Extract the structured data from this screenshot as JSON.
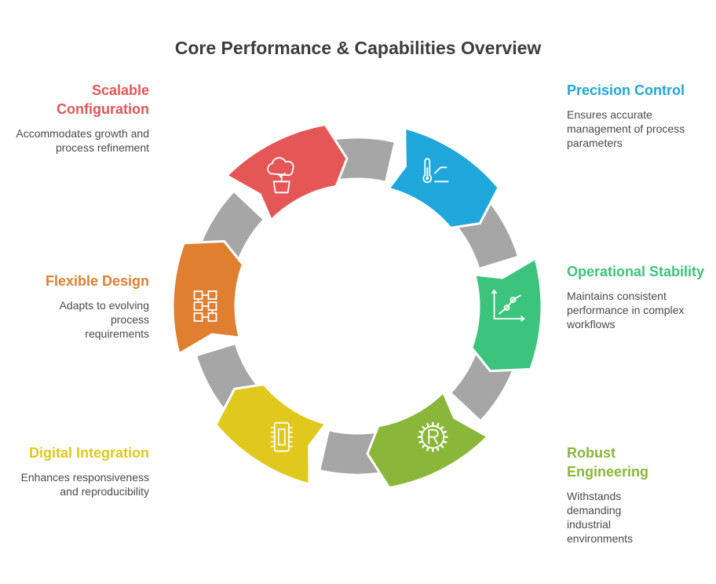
{
  "title": "Core Performance & Capabilities Overview",
  "colors": {
    "connector": "#a6a6a6",
    "text": "#4a4a4a",
    "title": "#3d3d3d"
  },
  "segments": [
    {
      "id": "precision-control",
      "title": "Precision Control",
      "description": "Ensures accurate management of process parameters",
      "color": "#1fa7db",
      "icon": "thermometer-icon"
    },
    {
      "id": "operational-stability",
      "title": "Operational Stability",
      "description": "Maintains consistent performance in complex workflows",
      "color": "#3cc47c",
      "icon": "line-chart-icon"
    },
    {
      "id": "robust-engineering",
      "title": "Robust Engineering",
      "description": "Withstands demanding industrial environments",
      "color": "#8ab73a",
      "icon": "registered-gear-icon"
    },
    {
      "id": "digital-integration",
      "title": "Digital Integration",
      "description": "Enhances responsiveness and reproducibility",
      "color": "#e0c81c",
      "icon": "microchip-icon"
    },
    {
      "id": "flexible-design",
      "title": "Flexible Design",
      "description": "Adapts to evolving process requirements",
      "color": "#e07f30",
      "icon": "flowchart-icon"
    },
    {
      "id": "scalable-configuration",
      "title": "Scalable Configuration",
      "description": "Accommodates growth and process refinement",
      "color": "#e55656",
      "icon": "potted-tree-icon"
    }
  ]
}
